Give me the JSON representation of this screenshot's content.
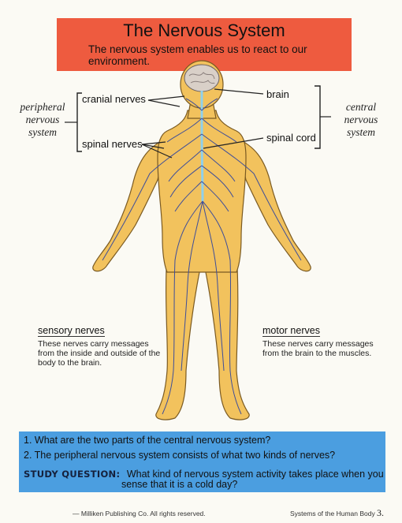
{
  "header": {
    "title": "The Nervous System",
    "subtitle": "The nervous system enables us to react to our environment."
  },
  "labels": {
    "brain": "brain",
    "spinal_cord": "spinal cord",
    "cranial_nerves": "cranial nerves",
    "spinal_nerves": "spinal nerves",
    "peripheral_line1": "peripheral",
    "peripheral_line2": "nervous",
    "peripheral_line3": "system",
    "central_line1": "central",
    "central_line2": "nervous",
    "central_line3": "system"
  },
  "sensory": {
    "heading": "sensory nerves",
    "text": "These nerves carry messages from the inside and outside of the body to the brain."
  },
  "motor": {
    "heading": "motor nerves",
    "text": "These nerves carry messages from the brain to the muscles."
  },
  "questions": {
    "q1": "1.  What are the two parts of the central nervous system?",
    "q2": "2.  The peripheral nervous system consists of what two kinds of nerves?",
    "study_label": "STUDY QUESTION:",
    "study_line1": "What kind of nervous system activity takes place when you",
    "study_line2": "sense that it is a cold day?"
  },
  "footer": {
    "publisher": "— Milliken Publishing Co. All rights reserved.",
    "book": "Systems of the Human Body",
    "page": "3."
  },
  "colors": {
    "title_box": "#ee5b3f",
    "question_box": "#4b9ee0",
    "skin": "#f2c25d",
    "nerves": "#3e4e9a",
    "spinal_cord": "#8fd0ec"
  }
}
